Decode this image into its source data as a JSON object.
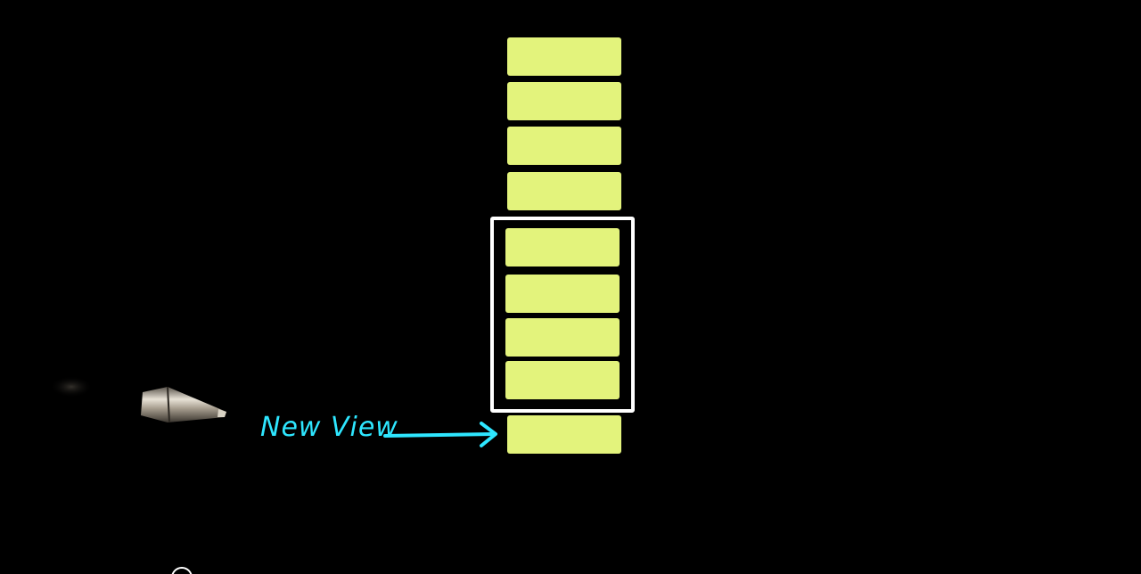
{
  "annotation": {
    "label": "New View",
    "color": "#2ee6ff"
  },
  "list": {
    "cell_color": "#e3f37c",
    "frame_color": "#ffffff",
    "cells_above_view": 4,
    "cells_in_view": 4,
    "cells_below_view": 1
  },
  "icons": {
    "stylus": "stylus-pen-icon",
    "arrow": "arrow-right-icon"
  }
}
